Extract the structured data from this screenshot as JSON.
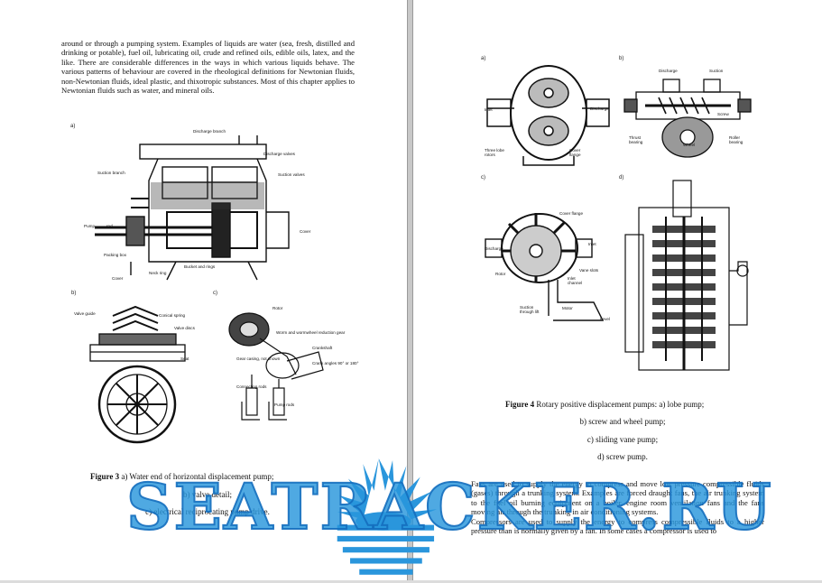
{
  "left_page": {
    "intro_paragraph": "around or through a pumping system. Examples of liquids are water (sea, fresh, distilled and drinking or potable), fuel oil, lubricating oil, crude and refined oils, edible oils, latex, and the like. There are considerable differences in the ways in which various liquids behave. The various patterns of behaviour are covered in the rheological definitions for Newtonian fluids, non-Newtonian fluids, ideal plastic, and thixotropic substances. Most of this chapter applies to Newtonian fluids such as water, and mineral oils.",
    "panel_a": "a)",
    "panel_b": "b)",
    "panel_c": "c)",
    "labels_a": {
      "discharge_branch": "Discharge branch",
      "discharge_valves": "Discharge valves",
      "suction_branch": "Suction branch",
      "suction_valves": "Suction valves",
      "pump": "Pump",
      "rod": "rod",
      "cover": "Cover",
      "packing_box": "Packing box",
      "bucket_rings": "Bucket and rings",
      "cover_bottom": "Cover",
      "neck_ring": "Neck ring"
    },
    "labels_b": {
      "valve_guide": "Valve guide",
      "conical_spring": "Conical spring",
      "valve_discs": "Valve discs",
      "seat": "Seat"
    },
    "labels_c": {
      "rotor": "Rotor",
      "worm_gear": "Worm and wormwheel reduction gear",
      "crankshaft": "Crankshaft",
      "gear_casing": "Gear casing, not shown",
      "crank_angles": "Crank angles 90° or 180°",
      "connecting_rods": "Connecting rods",
      "pump_rods": "Pump rods"
    },
    "caption": {
      "figure": "Figure 3",
      "line1": "a) Water end of horizontal displacement pump;",
      "line2": "b) valve detail;",
      "line3": "c) electrical reciprocating pump drive."
    }
  },
  "right_page": {
    "panel_a": "a)",
    "panel_b": "b)",
    "panel_c": "c)",
    "panel_d": "d)",
    "labels_a": {
      "inlet": "Inlet",
      "discharge": "Discharge",
      "rotors": "Three lobe rotors",
      "cover_flange": "Cover flange"
    },
    "labels_b": {
      "discharge": "Discharge",
      "suction": "Suction",
      "screw": "Screw",
      "thrust_bearing": "Thrust bearing",
      "wheel": "Wheel",
      "roller_bearing": "Roller bearing"
    },
    "labels_c": {
      "cover_flange": "Cover flange",
      "inlet": "Inlet",
      "discharge": "Discharge",
      "rotor": "Rotor",
      "vane_slots": "Vane slots",
      "inlet_channel": "Inlet channel",
      "suction_through_lift": "Suction through lift",
      "level": "Level",
      "motor": "Motor"
    },
    "caption": {
      "figure": "Figure 4",
      "line1": "Rotary positive displacement pumps: a) lobe pump;",
      "line2": "b) screw and wheel pump;",
      "line3": "c) sliding vane pump;",
      "line4": "d) screw pump."
    },
    "para1": "Fans are used to supply the energy to compress and move low pressure compressible fluids (gases) through a trunking system. Examples are forced draught fans, the air trunking system to the fuel oil burning equipment on a boiler, engine room ventilation fans and the fans moving air through the trunking in air conditioning systems.",
    "para2": "Compressors are used to supply the energy to compress compressible fluids to a higher pressure than is normally given by a fan. In some cases a compressor is used to"
  },
  "watermark": {
    "text": "SEATRACKER.RU",
    "color": "#2a96dc"
  }
}
